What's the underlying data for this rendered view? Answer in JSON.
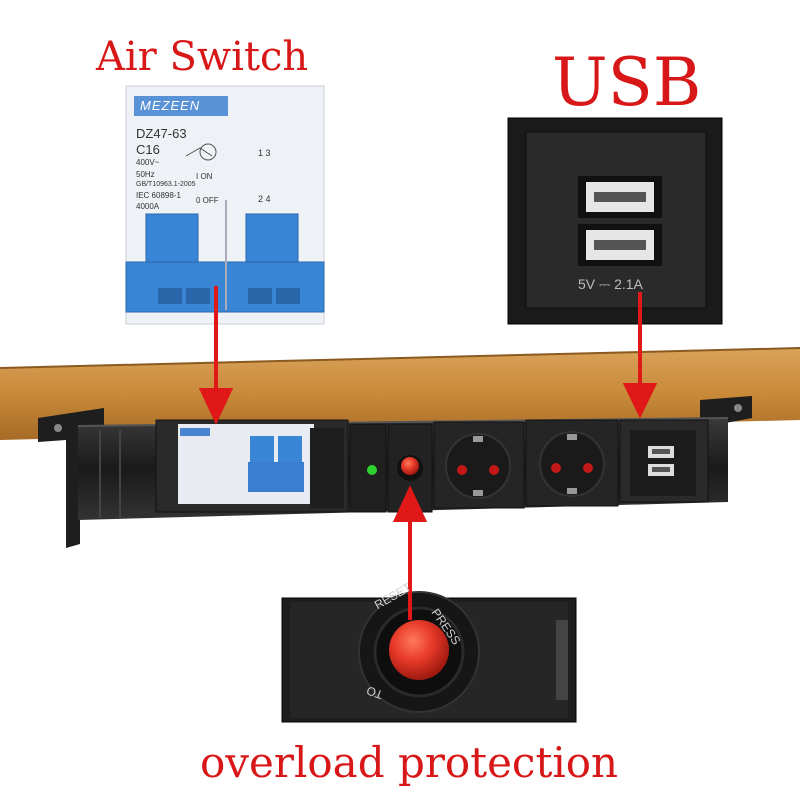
{
  "labels": {
    "air_switch": "Air Switch",
    "usb": "USB",
    "overload": "overload protection"
  },
  "breaker": {
    "brand": "MEZEEN",
    "model": "DZ47-63",
    "rating": "C16",
    "voltage": "400V~",
    "frequency": "50Hz",
    "standard1": "GB/T10963.1-2005",
    "standard2": "IEC 60898-1",
    "capacity": "4000A",
    "on_label": "I ON",
    "off_label": "0 OFF",
    "pole_label_top": "1 3",
    "pole_label_bottom": "2 4"
  },
  "usb_module": {
    "output": "5V ⎓ 2.1A"
  },
  "reset_button": {
    "word_reset": "RESET",
    "word_press": "PRESS",
    "word_to": "TO"
  },
  "colors": {
    "label_red": "#d81818",
    "breaker_blue": "#3a86d6",
    "socket_black": "#2a2a2a",
    "wood": "#c98a3a",
    "reset_red": "#e83a2a",
    "led_green": "#2fd12f"
  }
}
